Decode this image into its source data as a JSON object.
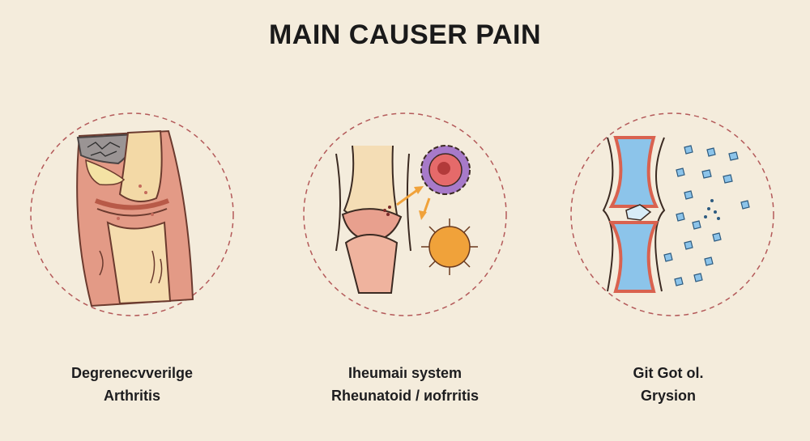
{
  "title": "MAIN CAUSER PAIN",
  "panels": [
    {
      "line1": "Degrenecvverilge",
      "line2": "Arthritis",
      "icon": "degenerative-joint-illustration"
    },
    {
      "line1": "Iheumaiı system",
      "line2": "Rheunatoid / ᴎofrritis",
      "icon": "inflamed-joint-illustration"
    },
    {
      "line1": "Git Got  ol.",
      "line2": "Grysion",
      "icon": "crystal-joint-illustration"
    }
  ],
  "colors": {
    "background": "#f4ecdc",
    "dashed_circle": "#b45a5a",
    "tissue_red": "#d9826f",
    "cartilage_yellow": "#f0d39a",
    "immune_purple": "#a77ac9",
    "spike_orange": "#f0a23a",
    "crystal_blue": "#8cc4ea"
  }
}
